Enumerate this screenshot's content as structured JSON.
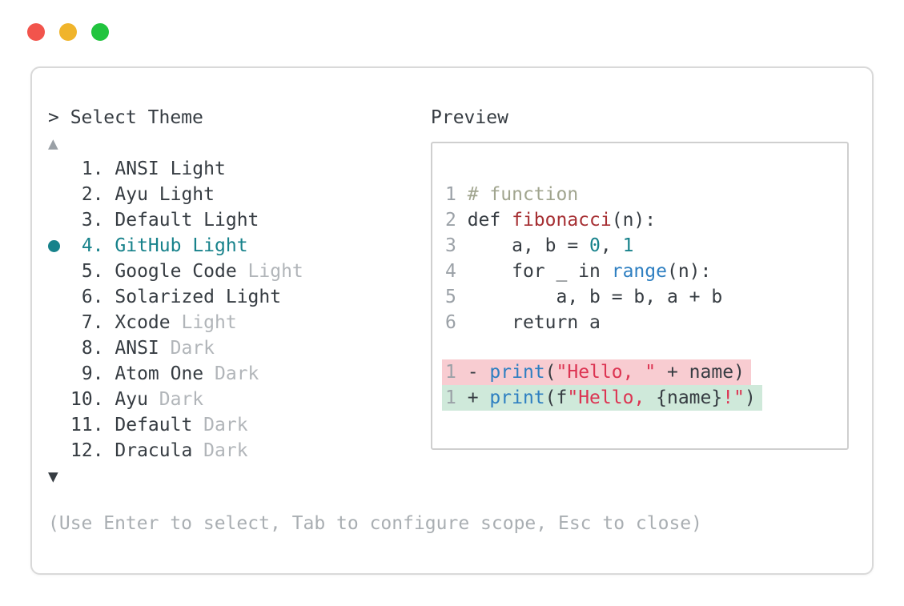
{
  "colors": {
    "accent_teal": "#17828b",
    "text_dark": "#363c42",
    "text_muted": "#a9aeb2",
    "builtin_blue": "#2e7fc1",
    "string_red": "#dc3452",
    "funcname_red": "#a62f33",
    "comment_olive": "#a1a58f",
    "diff_removed_bg": "#f8ccd1",
    "diff_added_bg": "#cfe9da",
    "traffic_red": "#f2544c",
    "traffic_yellow": "#f0b42b",
    "traffic_green": "#21c43e"
  },
  "window_controls": {
    "close": "close-button",
    "minimize": "minimize-button",
    "zoom": "zoom-button"
  },
  "selector": {
    "prompt": ">",
    "title": "Select Theme",
    "scroll_up": "▲",
    "scroll_down": "▼",
    "selected_indicator": "●",
    "items": [
      {
        "number": "1.",
        "name": "ANSI",
        "suffix": "Light",
        "suffix_muted": false,
        "selected": false
      },
      {
        "number": "2.",
        "name": "Ayu",
        "suffix": "Light",
        "suffix_muted": false,
        "selected": false
      },
      {
        "number": "3.",
        "name": "Default",
        "suffix": "Light",
        "suffix_muted": false,
        "selected": false
      },
      {
        "number": "4.",
        "name": "GitHub",
        "suffix": "Light",
        "suffix_muted": false,
        "selected": true
      },
      {
        "number": "5.",
        "name": "Google Code",
        "suffix": "Light",
        "suffix_muted": true,
        "selected": false
      },
      {
        "number": "6.",
        "name": "Solarized",
        "suffix": "Light",
        "suffix_muted": false,
        "selected": false
      },
      {
        "number": "7.",
        "name": "Xcode",
        "suffix": "Light",
        "suffix_muted": true,
        "selected": false
      },
      {
        "number": "8.",
        "name": "ANSI",
        "suffix": "Dark",
        "suffix_muted": true,
        "selected": false
      },
      {
        "number": "9.",
        "name": "Atom One",
        "suffix": "Dark",
        "suffix_muted": true,
        "selected": false
      },
      {
        "number": "10.",
        "name": "Ayu",
        "suffix": "Dark",
        "suffix_muted": true,
        "selected": false
      },
      {
        "number": "11.",
        "name": "Default",
        "suffix": "Dark",
        "suffix_muted": true,
        "selected": false
      },
      {
        "number": "12.",
        "name": "Dracula",
        "suffix": "Dark",
        "suffix_muted": true,
        "selected": false
      }
    ],
    "help": "(Use Enter to select, Tab to configure scope, Esc to close)"
  },
  "preview": {
    "label": "Preview",
    "code_lines": [
      {
        "ln": "1",
        "tokens": [
          {
            "t": "comment",
            "s": "# function"
          }
        ]
      },
      {
        "ln": "2",
        "tokens": [
          {
            "t": "plain",
            "s": "def "
          },
          {
            "t": "funcname",
            "s": "fibonacci"
          },
          {
            "t": "plain",
            "s": "(n):"
          }
        ]
      },
      {
        "ln": "3",
        "tokens": [
          {
            "t": "plain",
            "s": "    a, b = "
          },
          {
            "t": "number",
            "s": "0"
          },
          {
            "t": "plain",
            "s": ", "
          },
          {
            "t": "number",
            "s": "1"
          }
        ]
      },
      {
        "ln": "4",
        "tokens": [
          {
            "t": "plain",
            "s": "    for _ in "
          },
          {
            "t": "builtin",
            "s": "range"
          },
          {
            "t": "plain",
            "s": "(n):"
          }
        ]
      },
      {
        "ln": "5",
        "tokens": [
          {
            "t": "plain",
            "s": "        a, b = b, a + b"
          }
        ]
      },
      {
        "ln": "6",
        "tokens": [
          {
            "t": "plain",
            "s": "    return a"
          }
        ]
      }
    ],
    "diff_lines": [
      {
        "ln": "1",
        "kind": "removed",
        "tokens": [
          {
            "t": "plain",
            "s": "- "
          },
          {
            "t": "builtin",
            "s": "print"
          },
          {
            "t": "plain",
            "s": "("
          },
          {
            "t": "string",
            "s": "\"Hello, \""
          },
          {
            "t": "plain",
            "s": " + name)"
          }
        ]
      },
      {
        "ln": "1",
        "kind": "added",
        "tokens": [
          {
            "t": "plain",
            "s": "+ "
          },
          {
            "t": "builtin",
            "s": "print"
          },
          {
            "t": "plain",
            "s": "(f"
          },
          {
            "t": "string",
            "s": "\"Hello, "
          },
          {
            "t": "plain",
            "s": "{name}"
          },
          {
            "t": "string",
            "s": "!\""
          },
          {
            "t": "plain",
            "s": ")"
          }
        ]
      }
    ]
  }
}
